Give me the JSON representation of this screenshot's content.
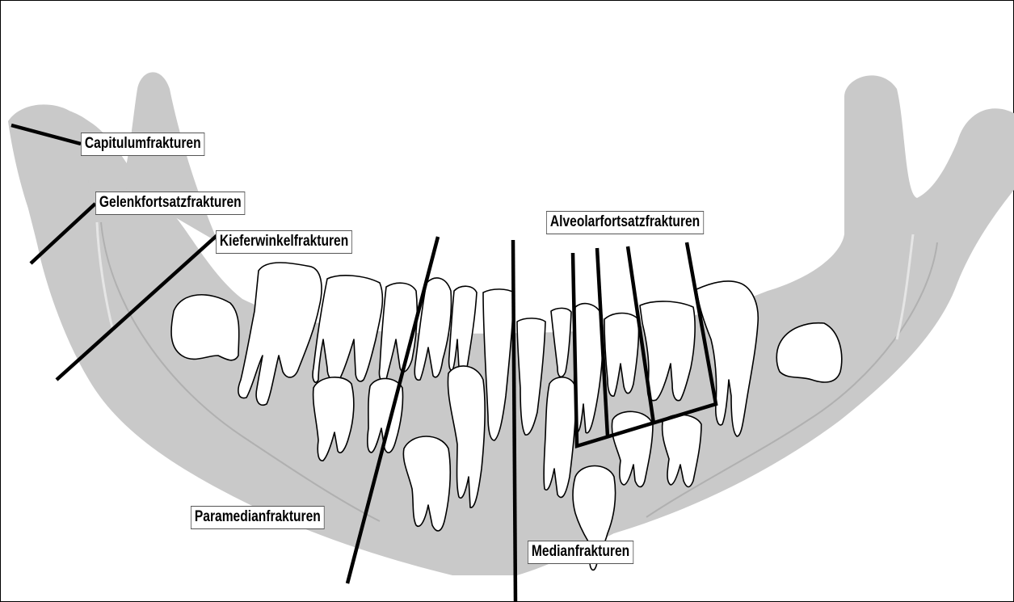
{
  "diagram": {
    "labels": {
      "capitulum": "Capitulumfrakturen",
      "gelenkfortsatz": "Gelenkfortsatzfrakturen",
      "kieferwinkel": "Kieferwinkelfrakturen",
      "alveolarfortsatz": "Alveolarfortsatzfrakturen",
      "paramedian": "Paramedianfrakturen",
      "median": "Medianfrakturen"
    },
    "colors": {
      "bone": "#c9c9c9",
      "bone_edge": "#b5b5b5",
      "tooth_fill": "#ffffff",
      "tooth_stroke": "#000000",
      "fracture_line": "#000000"
    }
  }
}
